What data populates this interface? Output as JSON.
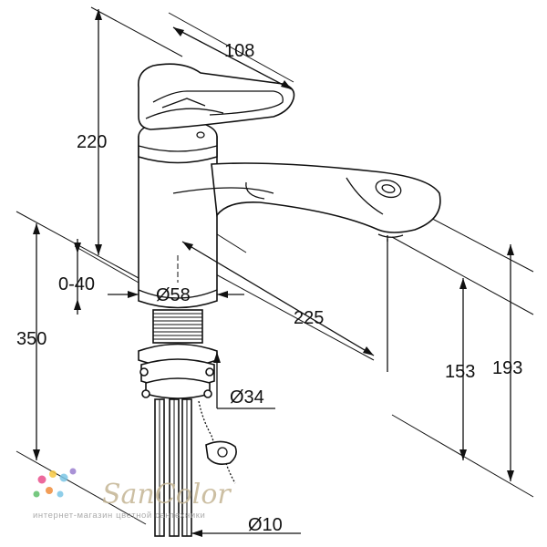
{
  "dimensions": {
    "top_width": "108",
    "overall_height": "220",
    "adjust_range": "0-40",
    "body_diameter": "Ø58",
    "spout_reach": "225",
    "total_length": "350",
    "spout_height": "153",
    "max_height": "193",
    "hole_diameter": "Ø34",
    "hose_diameter": "Ø10"
  },
  "watermark": {
    "brand": "SanColor",
    "tagline": "интернет-магазин цветной сантехники",
    "colors": [
      "#e94f8b",
      "#f7c843",
      "#7cc6e6",
      "#9b7fd0",
      "#f08c3a",
      "#5fbf6a"
    ]
  }
}
